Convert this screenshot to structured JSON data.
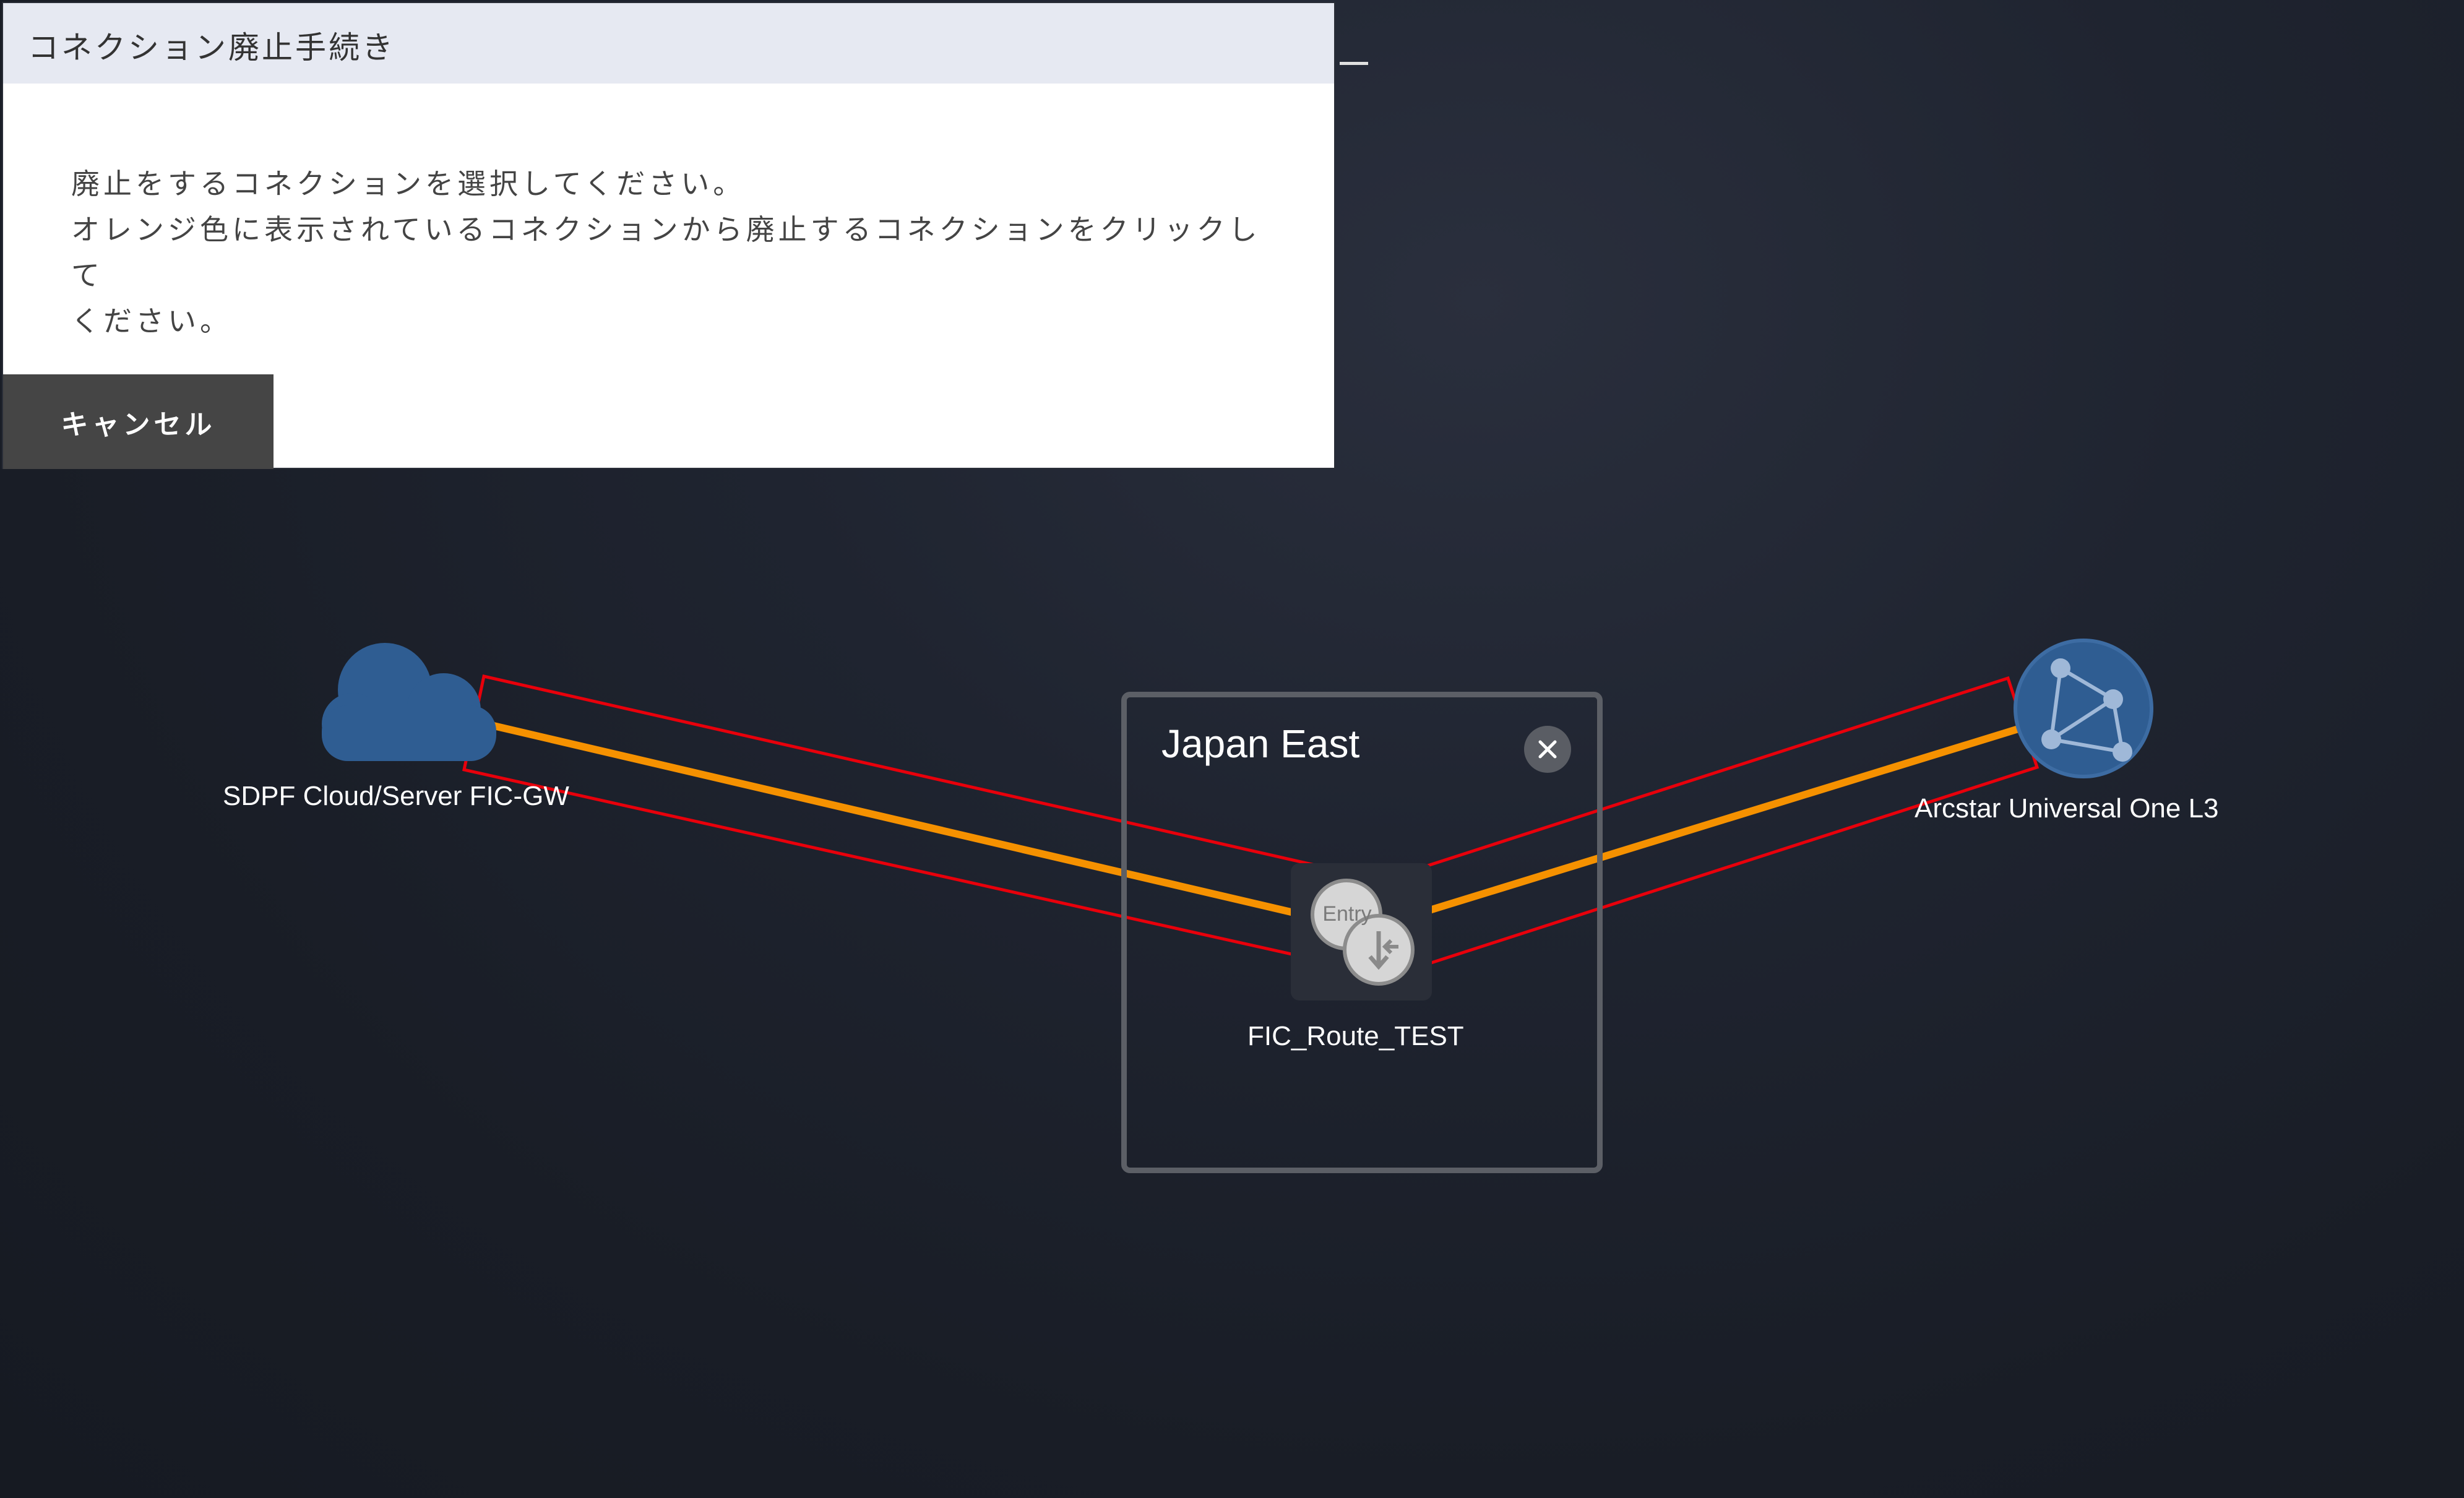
{
  "dialog": {
    "title": "コネクション廃止手続き",
    "message": "廃止をするコネクションを選択してください。\nオレンジ色に表示されているコネクションから廃止するコネクションをクリックして\nください。",
    "cancel_label": "キャンセル"
  },
  "region": {
    "name": "Japan East",
    "close_icon": "close-icon"
  },
  "nodes": {
    "sdpf": {
      "label": "SDPF Cloud/Server FIC-GW",
      "icon": "cloud-icon",
      "color": "#2f5d92"
    },
    "arcstar": {
      "label": "Arcstar Universal One L3",
      "icon": "globe-network-icon",
      "color": "#2f5d92"
    },
    "fic_router": {
      "label": "FIC_Route_TEST",
      "icon": "router-icon",
      "badge": "Entry"
    }
  },
  "colors": {
    "connection": "#f59100",
    "highlight": "#e8000b",
    "background": "#1c202a"
  }
}
